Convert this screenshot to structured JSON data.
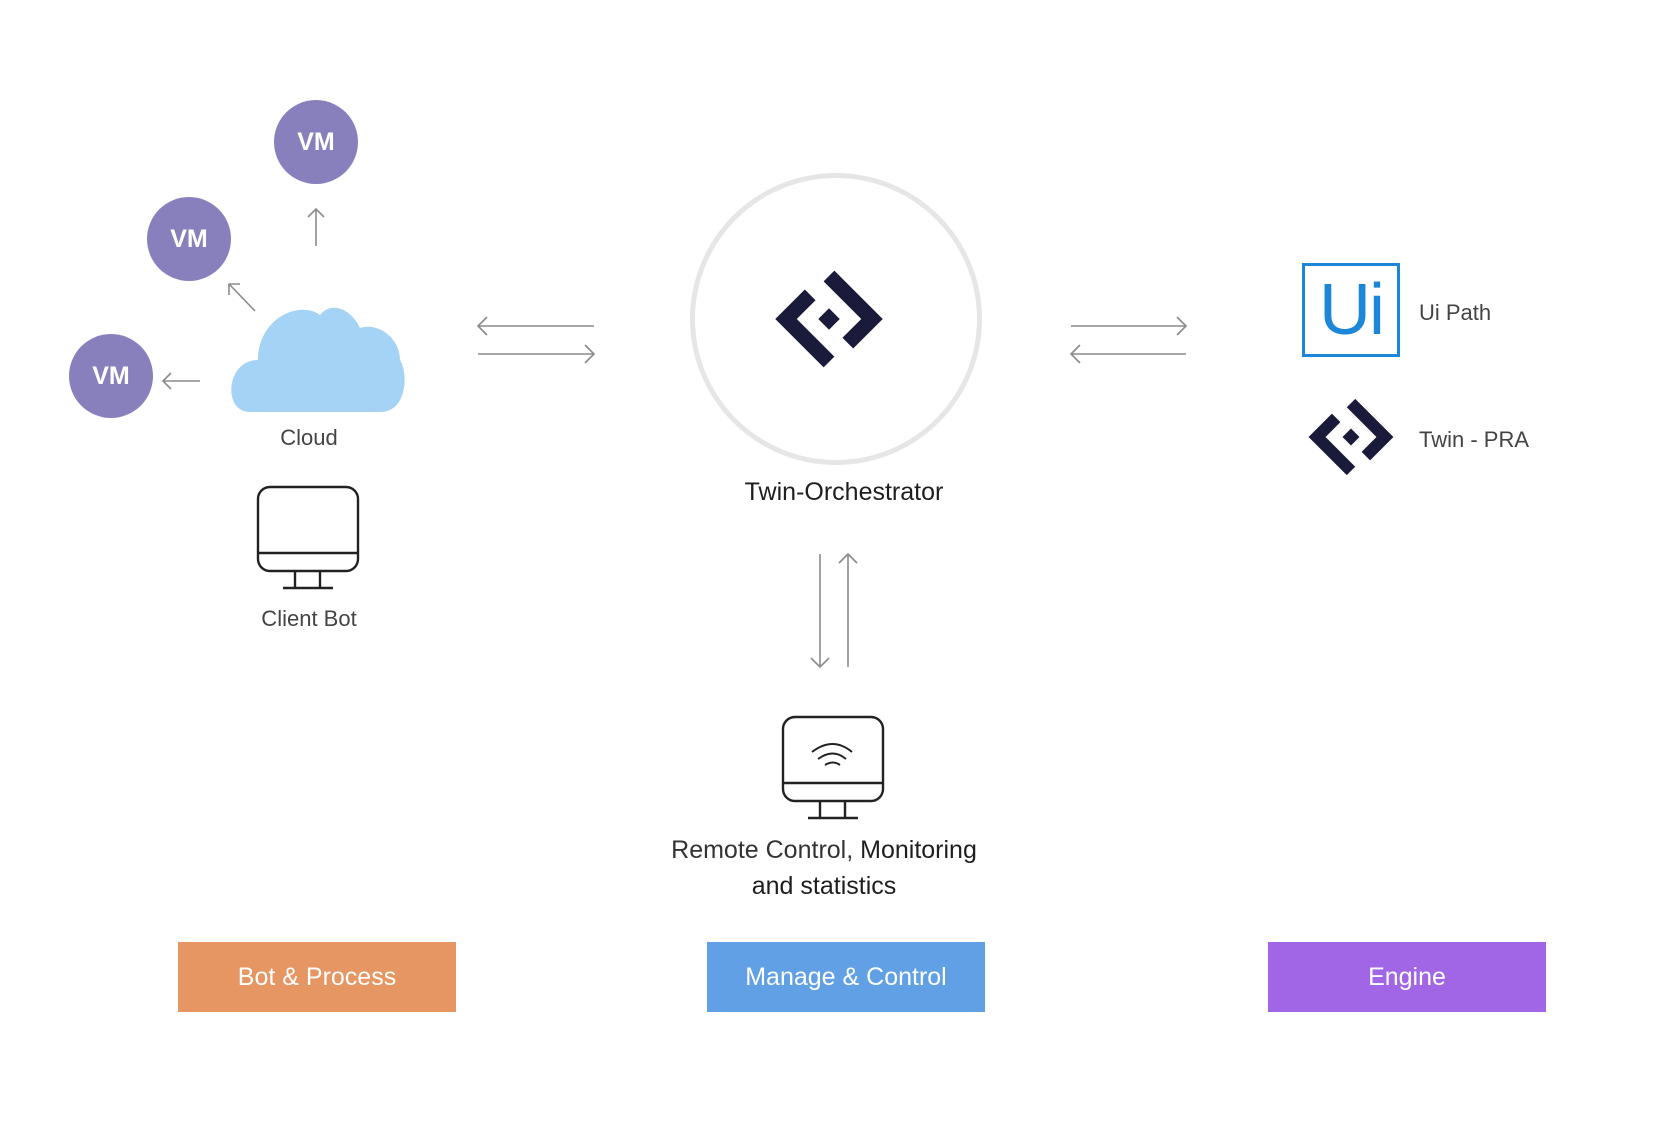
{
  "colors": {
    "vm": "#8880bd",
    "cloud": "#a4d3f5",
    "logo": "#1a1a3a",
    "uipath": "#1c86d8",
    "bot_process": "#e59663",
    "manage_control": "#62a0e6",
    "engine": "#a066e6",
    "arrow": "#8a8a8a"
  },
  "bot_side": {
    "vms": [
      {
        "label": "VM"
      },
      {
        "label": "VM"
      },
      {
        "label": "VM"
      }
    ],
    "cloud_label": "Cloud",
    "client_label": "Client Bot",
    "icons": {
      "cloud": "cloud-icon",
      "client": "monitor-icon"
    }
  },
  "orchestrator": {
    "title": "Twin-Orchestrator",
    "icon": "twin-logo-icon"
  },
  "remote": {
    "line1_part1": "Remote Control,",
    "line1_part2": " Monitoring",
    "line2": "and statistics",
    "icon": "monitor-wifi-icon"
  },
  "engines": [
    {
      "name": "Ui Path",
      "logo_text": "Ui",
      "icon": "uipath-logo-icon"
    },
    {
      "name": "Twin - PRA",
      "icon": "twin-logo-icon"
    }
  ],
  "categories": [
    {
      "label": "Bot & Process"
    },
    {
      "label": "Manage & Control"
    },
    {
      "label": "Engine"
    }
  ]
}
